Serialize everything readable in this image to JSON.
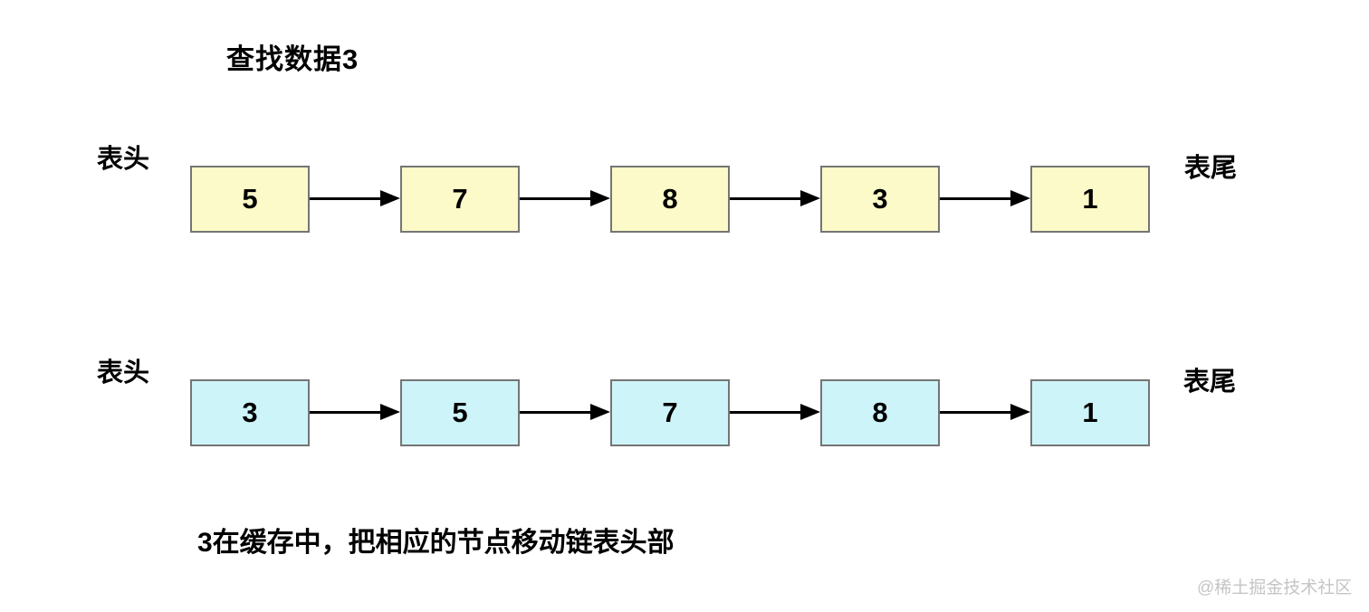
{
  "title": "查找数据3",
  "labels": {
    "head": "表头",
    "tail": "表尾"
  },
  "lists": [
    {
      "node_color": "#FBFAC8",
      "values": [
        "5",
        "7",
        "8",
        "3",
        "1"
      ]
    },
    {
      "node_color": "#CDF4F9",
      "values": [
        "3",
        "5",
        "7",
        "8",
        "1"
      ]
    }
  ],
  "caption": "3在缓存中，把相应的节点移动链表头部",
  "watermark": "@稀土掘金技术社区",
  "colors": {
    "background": "#ffffff",
    "node_border": "#757575",
    "arrow": "#000000",
    "text": "#000000",
    "watermark": "#c5c5c5"
  }
}
